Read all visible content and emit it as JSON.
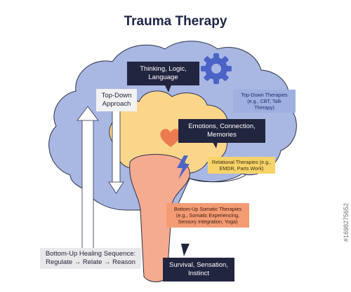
{
  "title": "Trauma Therapy",
  "labels": {
    "thinking": "Thinking, Logic, Language",
    "topdown_approach": "Top-Down Approach",
    "topdown_therapies": "Top-Down Therapies (e.g., CBT, Talk Therapy)",
    "emotions": "Emotions, Connection, Memories",
    "relational": "Relational Therapies (e.g., EMDR, Parts Work)",
    "bottomup_somatic": "Bottom-Up Somatic Therapies (e.g., Somatic Experiencing, Sensory Integration, Yoga)",
    "bottomup_sequence_line1": "Bottom-Up Healing Sequence:",
    "bottomup_sequence_line2": "Regulate → Relate → Reason",
    "survival": "Survival, Sensation, Instinct"
  },
  "watermark": "#1698275652",
  "icons": [
    "gear-icon",
    "heart-icon",
    "lightning-icon",
    "arrow-up-icon",
    "arrow-down-icon"
  ],
  "colors": {
    "cortex": "#a9b8e3",
    "limbic": "#fbd68a",
    "brainstem": "#f5ab8f",
    "dark_label": "#22253f"
  }
}
